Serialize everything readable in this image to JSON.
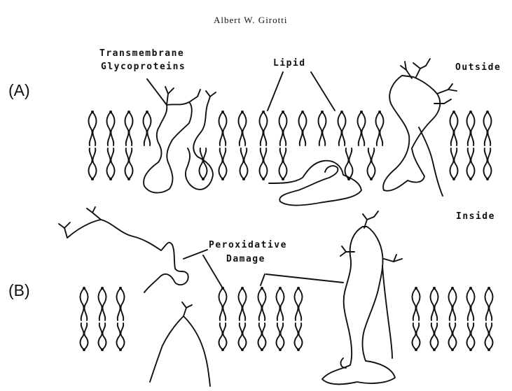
{
  "header": {
    "author": "Albert W. Girotti"
  },
  "panels": {
    "a": "(A)",
    "b": "(B)"
  },
  "labels": {
    "transmembrane_line1": "Transmembrane",
    "transmembrane_line2": "Glycoproteins",
    "lipid": "Lipid",
    "outside": "Outside",
    "inside": "Inside",
    "peroxidative_line1": "Peroxidative",
    "peroxidative_line2": "Damage"
  },
  "colors": {
    "ink": "#111111",
    "background": "#ffffff"
  }
}
